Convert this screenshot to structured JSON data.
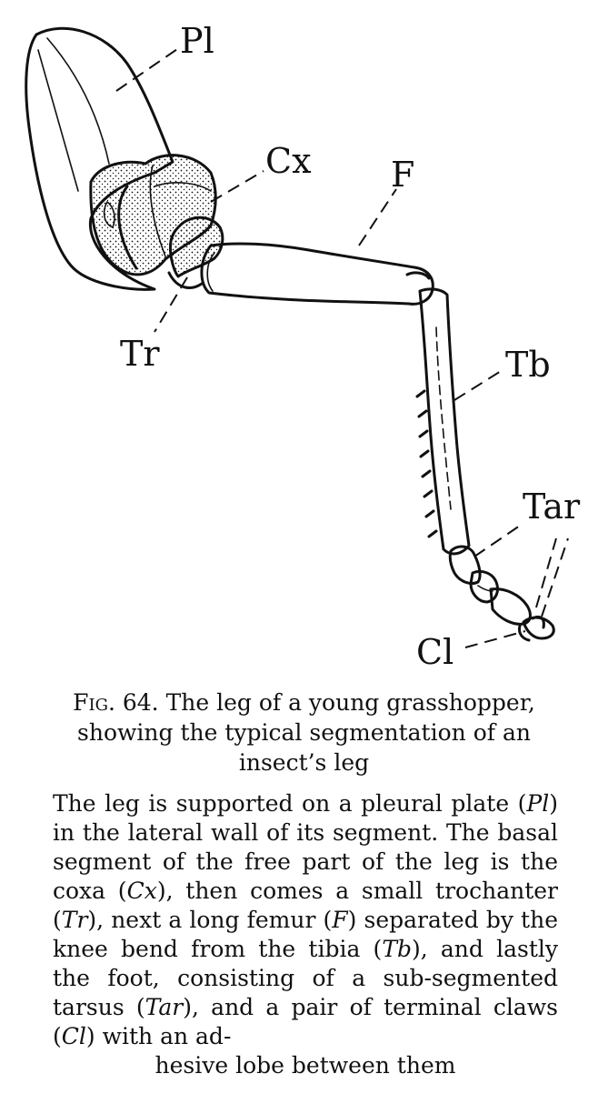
{
  "labels": {
    "pleural_plate": "Pl",
    "coxa": "Cx",
    "femur": "F",
    "trochanter": "Tr",
    "tibia": "Tb",
    "tarsus": "Tar",
    "claw": "Cl"
  },
  "caption": {
    "fig_number": "Fig. 64.",
    "title_line1": "The leg of a young grasshopper,",
    "title_line2": "showing the typical segmentation of an",
    "title_line3": "insect’s leg"
  },
  "description": {
    "s1": "The leg is supported on a pleural plate (",
    "abbr_pl": "Pl",
    "s2": ") in the lateral wall of its segment. The basal segment of the free part of the leg is the coxa (",
    "abbr_cx": "Cx",
    "s3": "), then comes a small trochanter (",
    "abbr_tr": "Tr",
    "s4": "), next a long femur (",
    "abbr_f": "F",
    "s5": ") separated by the knee bend from the tibia (",
    "abbr_tb": "Tb",
    "s6": "), and lastly the foot, consisting of a sub-segmented tarsus (",
    "abbr_tar": "Tar",
    "s7": "), and a pair of terminal claws (",
    "abbr_cl": "Cl",
    "s8": ") with an ad-",
    "s9": "hesive lobe between them"
  }
}
